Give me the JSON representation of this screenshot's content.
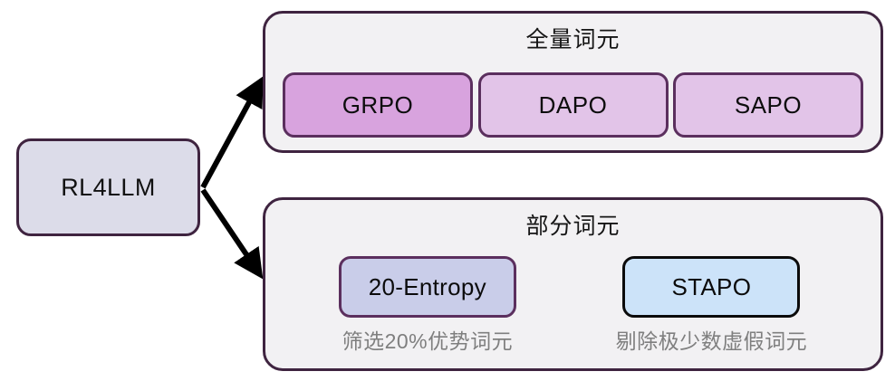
{
  "diagram": {
    "root": {
      "label": "RL4LLM"
    },
    "groups": [
      {
        "id": "full-tokens",
        "title": "全量词元",
        "items": [
          {
            "label": "GRPO",
            "caption": ""
          },
          {
            "label": "DAPO",
            "caption": ""
          },
          {
            "label": "SAPO",
            "caption": ""
          }
        ]
      },
      {
        "id": "partial-tokens",
        "title": "部分词元",
        "items": [
          {
            "label": "20-Entropy",
            "caption": "筛选20%优势词元"
          },
          {
            "label": "STAPO",
            "caption": "剔除极少数虚假词元"
          }
        ]
      }
    ],
    "colors": {
      "background": "#ffffff",
      "panel_fill": "#f2f1f3",
      "panel_border": "#3f2440",
      "root_fill": "#dcdce9",
      "chip_strong_fill": "#d8a3de",
      "chip_soft_fill": "#e2c4e8",
      "entropy_fill": "#c9cde9",
      "stapo_fill": "#cce3f9",
      "chip_border": "#5b2f5e",
      "stapo_border": "#0b0b0b",
      "caption_text": "#7f7f7f",
      "arrow": "#000000"
    }
  }
}
